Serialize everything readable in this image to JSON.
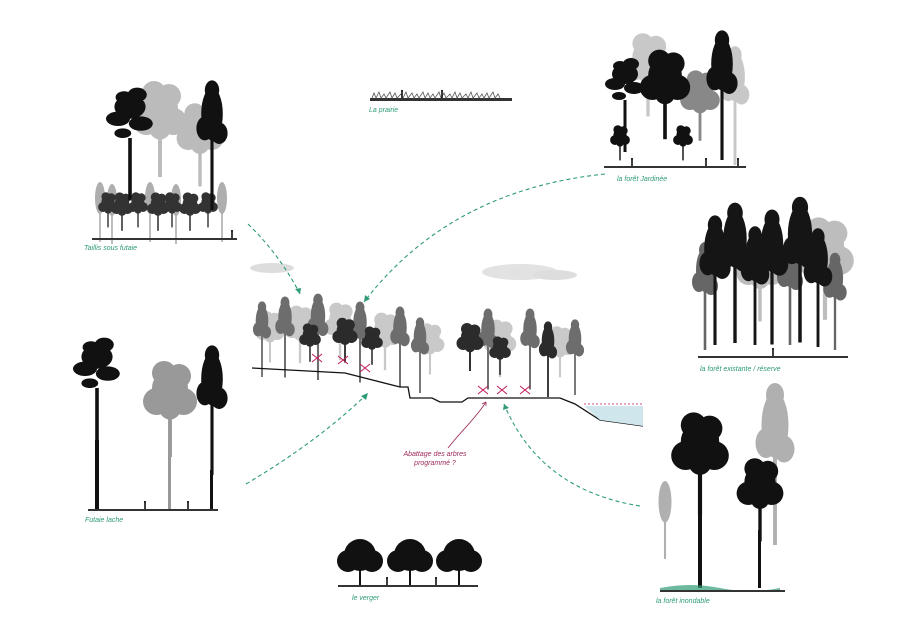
{
  "labels": {
    "prairie": "La prairie",
    "jardinee": "la forêt Jardinée",
    "taillis": "Taillis sous futaie",
    "reserve": "la forêt existante / réserve",
    "futaie": "Futaie lache",
    "inondable": "la forêt inondable",
    "verger": "le verger"
  },
  "note": {
    "line1": "Abattage des arbres",
    "line2": "programmé ?"
  },
  "colors": {
    "label": "#2e9b74",
    "arrow": "#2e9b74",
    "note": "#9c2a5a",
    "cross": "#c2185b",
    "water": "#cfe6ec"
  }
}
